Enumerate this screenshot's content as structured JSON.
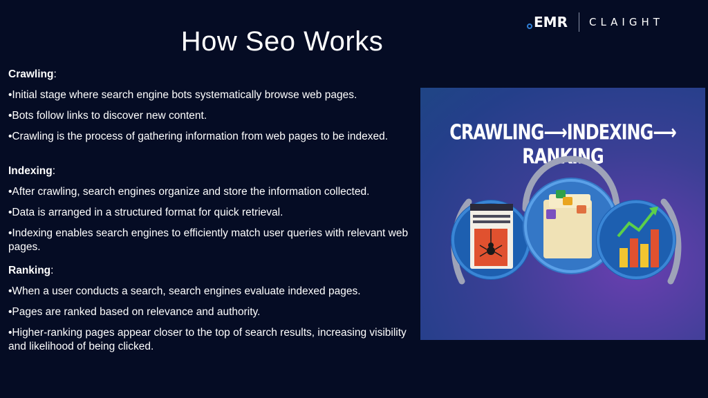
{
  "title": "How Seo Works",
  "logo": {
    "brand1": "EMR",
    "brand2": "CLAIGHT"
  },
  "sections": [
    {
      "heading": "Crawling",
      "bullets": [
        "•Initial stage where search engine bots systematically browse web pages.",
        "•Bots follow links to discover new content.",
        "•Crawling is the process of gathering information from web pages to be indexed."
      ]
    },
    {
      "heading": "Indexing",
      "bullets": [
        "•After crawling, search engines organize and store the information collected.",
        "•Data is arranged in a structured format for quick retrieval.",
        "•Indexing enables search engines to efficiently match user queries with relevant web pages."
      ]
    },
    {
      "heading": "Ranking",
      "bullets": [
        "•When a user conducts a search, search engines evaluate indexed pages.",
        "•Pages are ranked based on relevance and authority.",
        "•Higher-ranking pages appear closer to the top of search results, increasing visibility and likelihood of being clicked."
      ]
    }
  ],
  "illustration": {
    "step1": "CRAWLING",
    "step2": "INDEXING",
    "step3": "RANKING",
    "arrow": "⟶",
    "icons": [
      "spider-web-page-icon",
      "folder-files-icon",
      "bar-chart-growth-icon"
    ]
  }
}
